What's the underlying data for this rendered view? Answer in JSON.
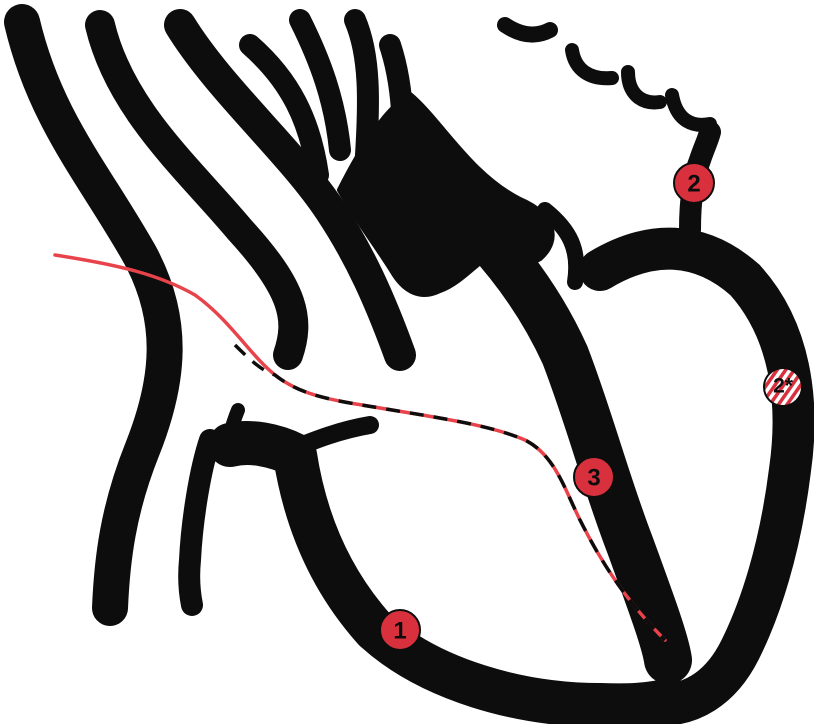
{
  "colors": {
    "vessel": "#0d0d0d",
    "catheter": "#e8434a",
    "marker_fill": "#d8313d",
    "marker_text": "#0d0d0d",
    "background": "#ffffff"
  },
  "markers": [
    {
      "id": "marker-1",
      "label": "1",
      "style": "solid"
    },
    {
      "id": "marker-2",
      "label": "2",
      "style": "solid"
    },
    {
      "id": "marker-3",
      "label": "3",
      "style": "solid"
    },
    {
      "id": "marker-2star",
      "label": "2*",
      "style": "hatched"
    }
  ]
}
